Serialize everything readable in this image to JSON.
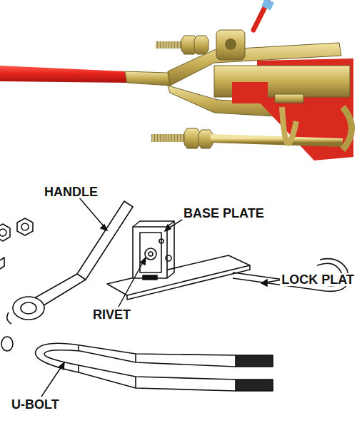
{
  "diagram": {
    "labels": [
      "HANDLE",
      "BASE PLATE",
      "LOCK PLAT",
      "RIVET",
      "U-BOLT"
    ]
  }
}
